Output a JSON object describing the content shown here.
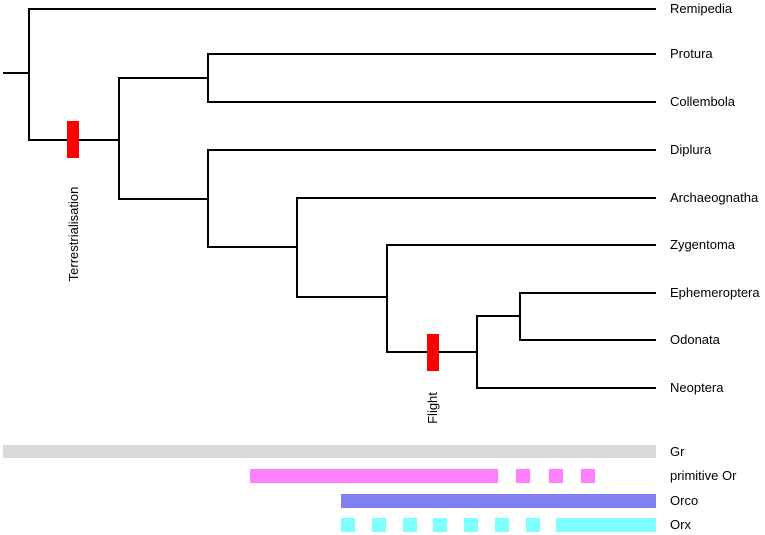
{
  "taxa": [
    "Remipedia",
    "Protura",
    "Collembola",
    "Diplura",
    "Archaeognatha",
    "Zygentoma",
    "Ephemeroptera",
    "Odonata",
    "Neoptera"
  ],
  "events": [
    {
      "label": "Terrestrialisation",
      "color": "#ff0000"
    },
    {
      "label": "Flight",
      "color": "#ff0000"
    }
  ],
  "gene_families": [
    {
      "label": "Gr",
      "color": "#d9d9d9"
    },
    {
      "label": "primitive Or",
      "color": "#ff80ff"
    },
    {
      "label": "Orco",
      "color": "#8080f0"
    },
    {
      "label": "Orx",
      "color": "#80ffff"
    }
  ]
}
